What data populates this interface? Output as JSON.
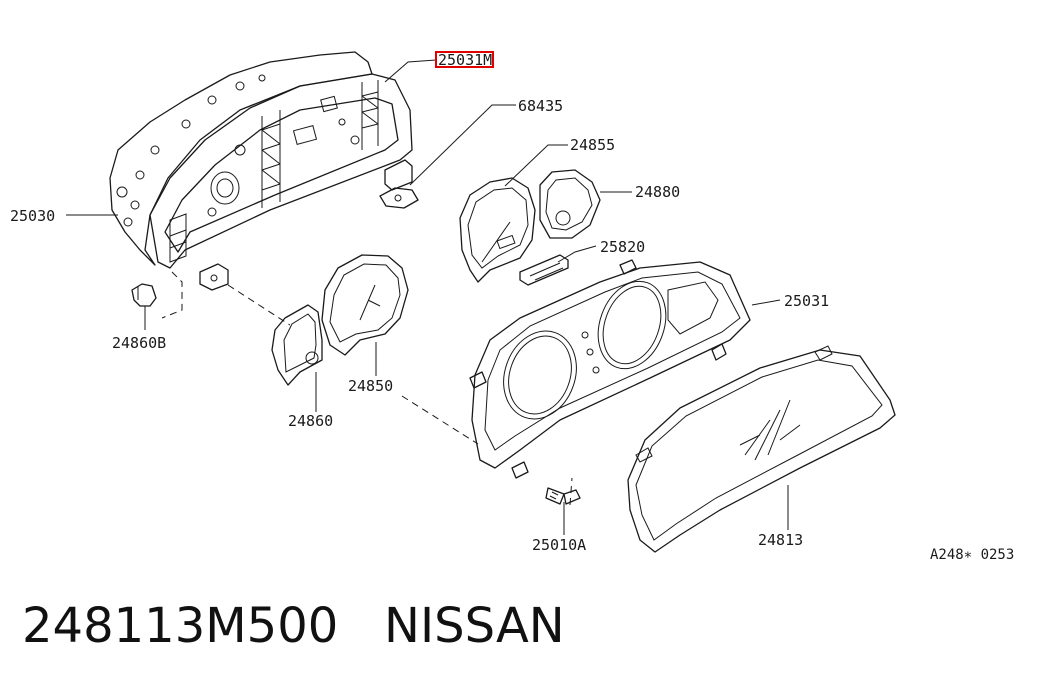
{
  "diagram": {
    "labels": {
      "p25031m": "25031M",
      "p68435": "68435",
      "p24855": "24855",
      "p24880": "24880",
      "p25820": "25820",
      "p25030": "25030",
      "p25031": "25031",
      "p24860b": "24860B",
      "p24850": "24850",
      "p24860": "24860",
      "p25010a": "25010A",
      "p24813": "24813"
    },
    "ref_code": "A248∗ 0253",
    "highlight_color": "#e00000"
  },
  "footer": {
    "part_number": "248113M500",
    "brand": "NISSAN"
  }
}
